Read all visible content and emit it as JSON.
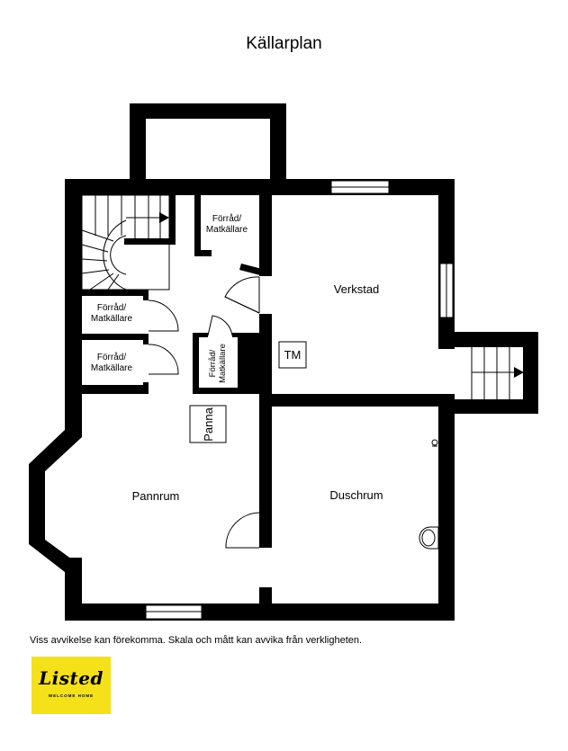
{
  "page": {
    "title": "Källarplan",
    "disclaimer": "Viss avvikelse kan förekomma. Skala och mått kan avvika från verkligheten."
  },
  "rooms": {
    "storage_top_line1": "Förråd/",
    "storage_top_line2": "Matkällare",
    "storage_left_a_line1": "Förråd/",
    "storage_left_a_line2": "Matkällare",
    "storage_left_b_line1": "Förråd/",
    "storage_left_b_line2": "Matkällare",
    "storage_small_line1": "Förråd/",
    "storage_small_line2": "Matkällare",
    "workshop": "Verkstad",
    "tm": "TM",
    "boiler": "Panna",
    "boiler_room": "Pannrum",
    "shower_room": "Duschrum"
  },
  "logo": {
    "brand_script": "Listed",
    "tagline": "WELCOME HOME",
    "background_color": "#f5e11a"
  },
  "colors": {
    "wall": "#000000",
    "background": "#ffffff"
  }
}
